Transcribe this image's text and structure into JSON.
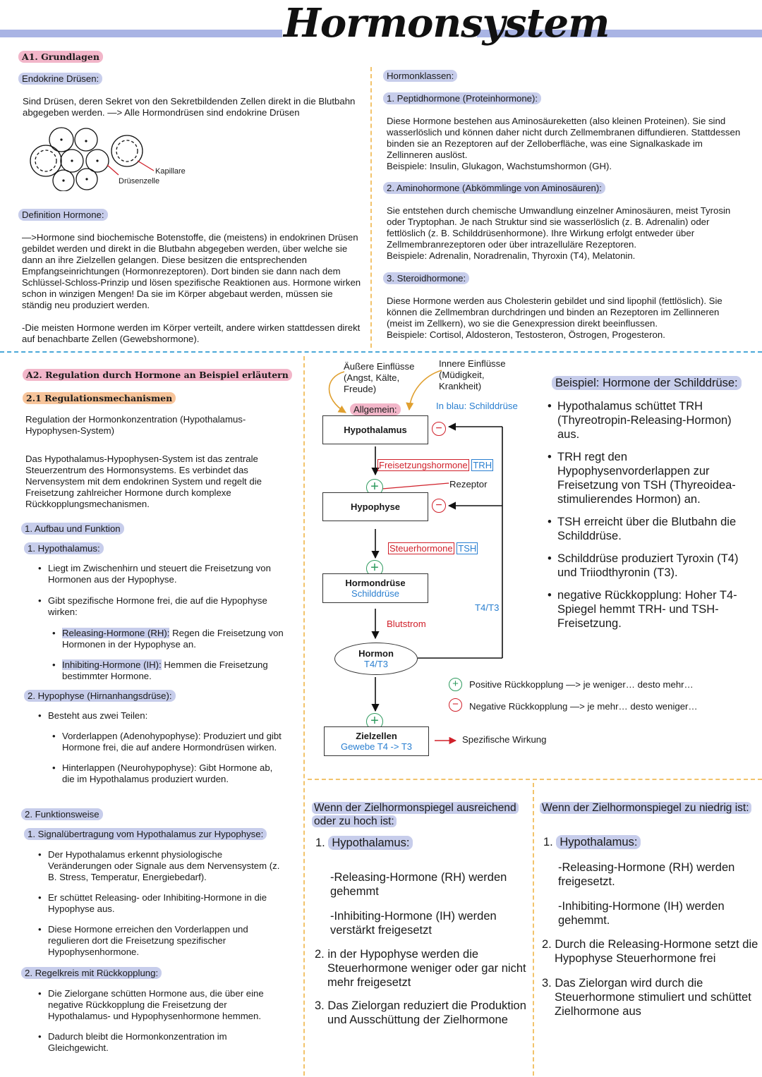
{
  "title": "Hormonsystem",
  "a1": {
    "heading": "A1. Grundlagen",
    "endokrine": {
      "label": "Endokrine Drüsen:",
      "text": "Sind Drüsen, deren Sekret von den Sekretbildenden Zellen direkt in die Blutbahn abgegeben werden. —> Alle Hormondrüsen sind endokrine Drüsen",
      "fig_kapillare": "Kapillare",
      "fig_druesenzelle": "Drüsenzelle"
    },
    "definition": {
      "label": "Definition Hormone:",
      "p1": "—>Hormone sind biochemische Botenstoffe, die (meistens) in endokrinen Drüsen gebildet werden und direkt in die Blutbahn abgegeben werden, über welche sie dann an ihre Zielzellen gelangen. Diese besitzen die entsprechenden Empfangseinrichtungen (Hormonrezeptoren). Dort binden sie dann nach dem Schlüssel-Schloss-Prinzip und lösen spezifische Reaktionen aus. Hormone wirken schon in winzigen Mengen! Da sie im Körper abgebaut werden, müssen sie ständig neu produziert werden.",
      "p2": "-Die meisten Hormone werden im Körper verteilt, andere wirken stattdessen direkt auf benachbarte Zellen (Gewebshormone)."
    },
    "klassen": {
      "label": "Hormonklassen:",
      "k1_label": "1. Peptidhormone (Proteinhormone):",
      "k1_text": "Diese Hormone bestehen aus Aminosäureketten (also kleinen Proteinen). Sie sind wasserlöslich und können daher nicht durch Zellmembranen diffundieren. Stattdessen binden sie an Rezeptoren auf der Zelloberfläche, was eine Signalkaskade im Zellinneren auslöst.",
      "k1_bsp": "Beispiele: Insulin, Glukagon, Wachstumshormon (GH).",
      "k2_label": "2. Aminohormone (Abkömmlinge von Aminosäuren):",
      "k2_text": "Sie entstehen durch chemische Umwandlung einzelner Aminosäuren, meist Tyrosin oder Tryptophan. Je nach Struktur sind sie wasserlöslich (z. B. Adrenalin) oder fettlöslich (z. B. Schilddrüsenhormone). Ihre Wirkung erfolgt entweder über Zellmembranrezeptoren oder über intrazelluläre Rezeptoren.",
      "k2_bsp": "Beispiele: Adrenalin, Noradrenalin, Thyroxin (T4), Melatonin.",
      "k3_label": "3. Steroidhormone:",
      "k3_text": "Diese Hormone werden aus Cholesterin gebildet und sind lipophil (fettlöslich). Sie können die Zellmembran durchdringen und binden an Rezeptoren im Zellinneren (meist im Zellkern), wo sie die Genexpression direkt beeinflussen.",
      "k3_bsp": "Beispiele: Cortisol, Aldosteron, Testosteron, Östrogen, Progesteron."
    }
  },
  "a2": {
    "heading": "A2. Regulation durch Hormone an Beispiel erläutern",
    "sub": "2.1 Regulationsmechanismen",
    "intro1": "Regulation der Hormonkonzentration (Hypothalamus-Hypophysen-System)",
    "intro2": "Das Hypothalamus-Hypophysen-System ist das zentrale Steuerzentrum des Hormonsystems. Es verbindet das Nervensystem mit dem endokrinen System und regelt die Freisetzung zahlreicher Hormone durch komplexe Rückkopplungsmechanismen.",
    "aufbau_label": "1. Aufbau und Funktion",
    "hypothalamus_label": "1.  Hypothalamus:",
    "hyp_b1": "Liegt im Zwischenhirn und steuert die Freisetzung von Hormonen aus der Hypophyse.",
    "hyp_b2": "Gibt spezifische Hormone frei, die auf die Hypophyse wirken:",
    "rh_label": "Releasing-Hormone (RH):",
    "rh_text": " Regen die Freisetzung von Hormonen in der Hypophyse an.",
    "ih_label": "Inhibiting-Hormone (IH):",
    "ih_text": " Hemmen die Freisetzung bestimmter Hormone.",
    "hypophyse_label": "2.  Hypophyse (Hirnanhangsdrüse):",
    "hpp_b1": "Besteht aus zwei Teilen:",
    "hpp_vl": "Vorderlappen (Adenohypophyse): Produziert und gibt Hormone frei, die auf andere Hormondrüsen wirken.",
    "hpp_hl": "Hinterlappen (Neurohypophyse): Gibt Hormone ab, die im Hypothalamus produziert wurden.",
    "funktion_label": "2. Funktionsweise",
    "signal_label": "1.  Signalübertragung vom Hypothalamus zur Hypophyse:",
    "sig_b1": "Der Hypothalamus erkennt physiologische Veränderungen oder Signale aus dem Nervensystem (z. B. Stress, Temperatur, Energiebedarf).",
    "sig_b2": "Er schüttet Releasing- oder Inhibiting-Hormone in die Hypophyse aus.",
    "sig_b3": "Diese Hormone erreichen den Vorderlappen und regulieren dort die Freisetzung spezifischer Hypophysenhormone.",
    "regel_label": "2. Regelkreis mit Rückkopplung:",
    "reg_b1": "Die Zielorgane schütten Hormone aus, die über eine negative Rückkopplung die Freisetzung der Hypothalamus- und Hypophysenhormone hemmen.",
    "reg_b2": "Dadurch bleibt die Hormonkonzentration im Gleichgewicht."
  },
  "diagram": {
    "aeussere": "Äußere Einflüsse (Angst, Kälte, Freude)",
    "innere": "Innere Einflüsse (Müdigkeit, Krankheit)",
    "allgemein": "Allgemein:",
    "blau_hint": "In blau: Schilddrüse",
    "hypothalamus": "Hypothalamus",
    "freisetzung": "Freisetzungshormone",
    "trh": "TRH",
    "rezeptor": "Rezeptor",
    "hypophyse": "Hypophyse",
    "steuer": "Steuerhormone",
    "tsh": "TSH",
    "hormondruese": "Hormondrüse",
    "schilddruese": "Schilddrüse",
    "t4t3_side": "T4/T3",
    "blutstrom": "Blutstrom",
    "hormon": "Hormon",
    "hormon_sub": "T4/T3",
    "zielzellen": "Zielzellen",
    "zielzellen_sub": "Gewebe T4 -> T3",
    "plus": "+",
    "minus": "−",
    "legend_pos": "Positive Rückkopplung —> je weniger… desto mehr…",
    "legend_neg": "Negative Rückkopplung —> je mehr… desto weniger…",
    "spezifisch": "Spezifische Wirkung",
    "colors": {
      "red": "#d0202a",
      "blue": "#2a7fd0",
      "green": "#2e9a5e"
    }
  },
  "beispiel": {
    "heading": "Beispiel: Hormone der Schilddrüse:",
    "b1": "Hypothalamus schüttet TRH (Thyreotropin-Releasing-Hormon) aus.",
    "b2": "TRH regt den Hypophysenvorderlappen zur Freisetzung von TSH (Thyreoidea-stimulierendes Hormon) an.",
    "b3": "TSH erreicht über die Blutbahn die Schilddrüse.",
    "b4": "Schilddrüse produziert Tyroxin (T4) und Triiodthyronin (T3).",
    "b5": "negative Rückkopplung: Hoher T4-Spiegel hemmt TRH- und TSH-Freisetzung."
  },
  "hoch": {
    "heading": "Wenn der Zielhormonspiegel ausreichend oder zu hoch ist:",
    "n1": "1.",
    "hyp": "Hypothalamus:",
    "rh": "-Releasing-Hormone (RH) werden gehemmt",
    "ih": "-Inhibiting-Hormone (IH) werden verstärkt freigesetzt",
    "s2": "2. in der Hypophyse werden die Steuerhormone weniger oder gar nicht mehr freigesetzt",
    "s3": "3. Das Zielorgan reduziert die Produktion und Ausschüttung der Zielhormone"
  },
  "niedrig": {
    "heading": "Wenn der Zielhormonspiegel zu niedrig ist:",
    "n1": "1.",
    "hyp": "Hypothalamus:",
    "rh": "-Releasing-Hormone (RH) werden freigesetzt.",
    "ih": "-Inhibiting-Hormone (IH) werden gehemmt.",
    "s2": "2. Durch die Releasing-Hormone setzt die Hypophyse Steuerhormone frei",
    "s3": "3. Das Zielorgan wird durch die Steuerhormone stimuliert und schüttet Zielhormone aus"
  }
}
